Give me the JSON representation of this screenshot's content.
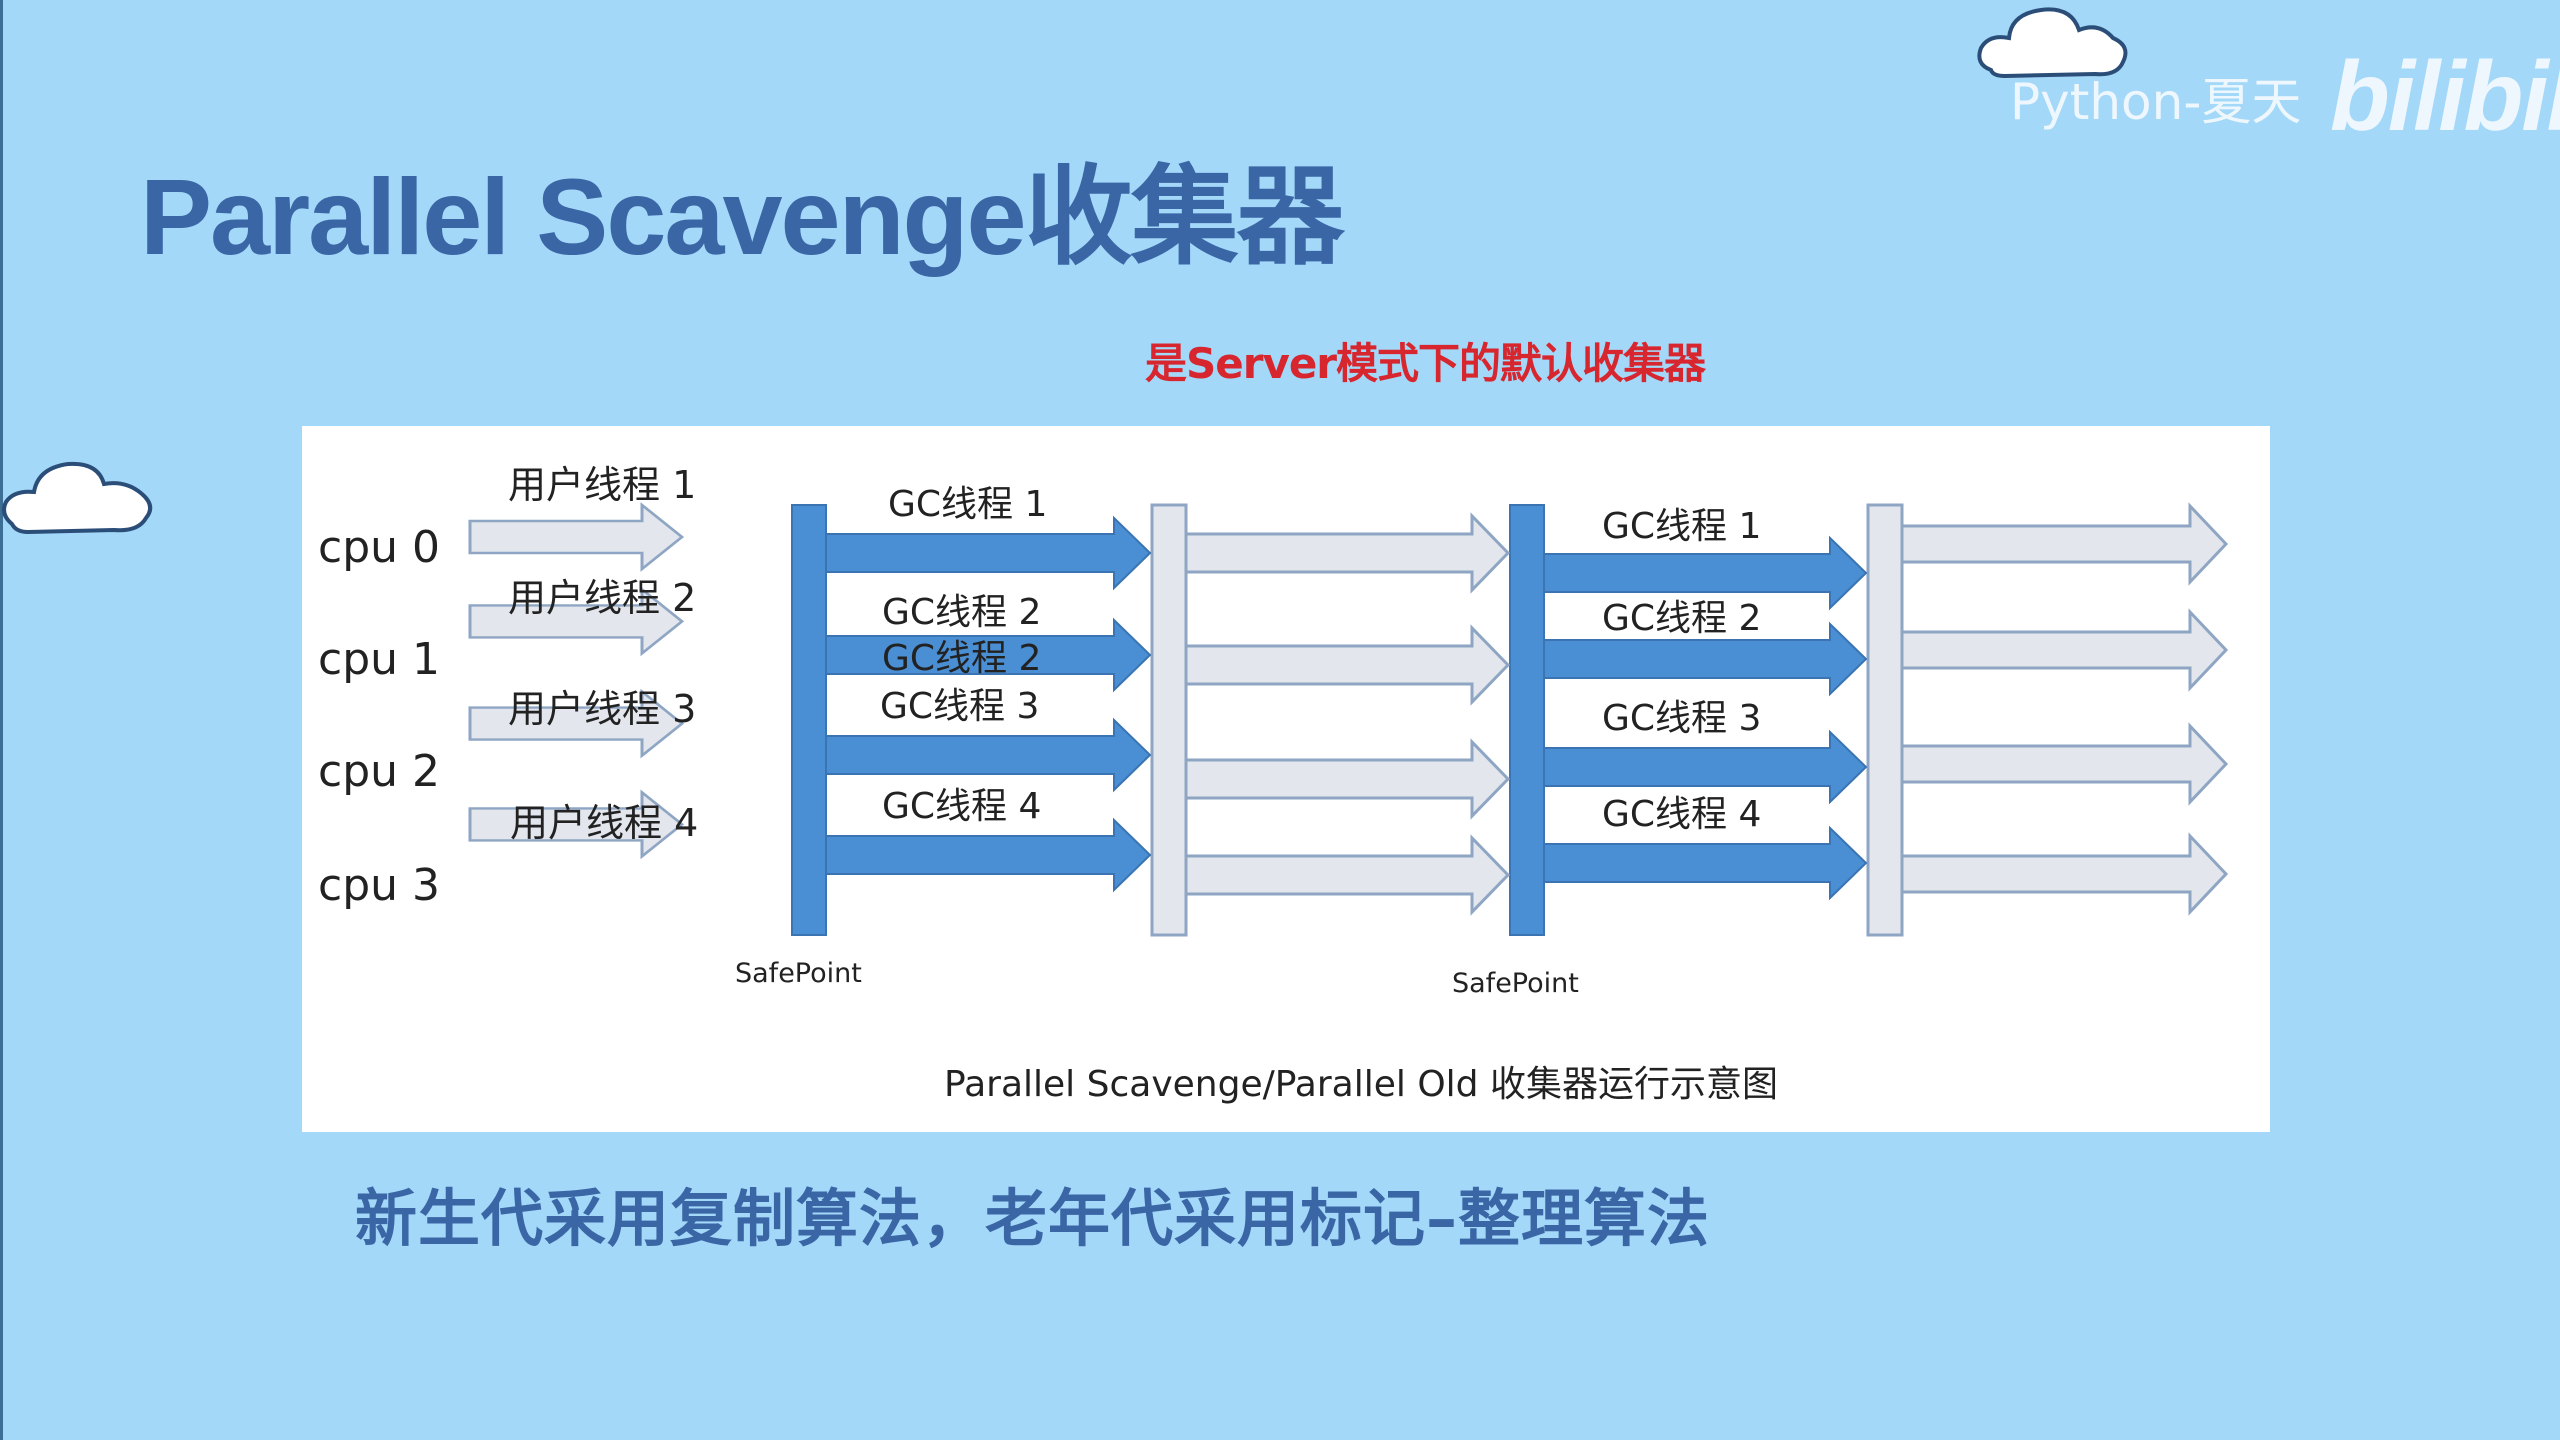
{
  "slide": {
    "title": "Parallel Scavenge收集器",
    "subtitle": "是Server模式下的默认收集器",
    "bottom_text": "新生代采用复制算法，老年代采用标记–整理算法"
  },
  "watermark": {
    "text": "Python-夏天",
    "logo_text": "bilibili"
  },
  "diagram": {
    "cpu_labels": [
      "cpu 0",
      "cpu 1",
      "cpu 2",
      "cpu 3"
    ],
    "user_thread_labels": [
      "用户线程 1",
      "用户线程 2",
      "用户线程 3",
      "用户线程 4"
    ],
    "gc_labels_phase1": [
      "GC线程 1",
      "GC线程 2",
      "GC线程 2",
      "GC线程 3",
      "GC线程 4"
    ],
    "gc_labels_phase2": [
      "GC线程 1",
      "GC线程 2",
      "GC线程 3",
      "GC线程 4"
    ],
    "safepoint_label": "SafePoint",
    "caption": "Parallel Scavenge/Parallel Old 收集器运行示意图"
  },
  "colors": {
    "background": "#a3d8f9",
    "title": "#3a66a6",
    "subtitle": "#d7262e",
    "gc_arrow": "#4a8ed3",
    "user_arrow": "#e3e6ec"
  }
}
